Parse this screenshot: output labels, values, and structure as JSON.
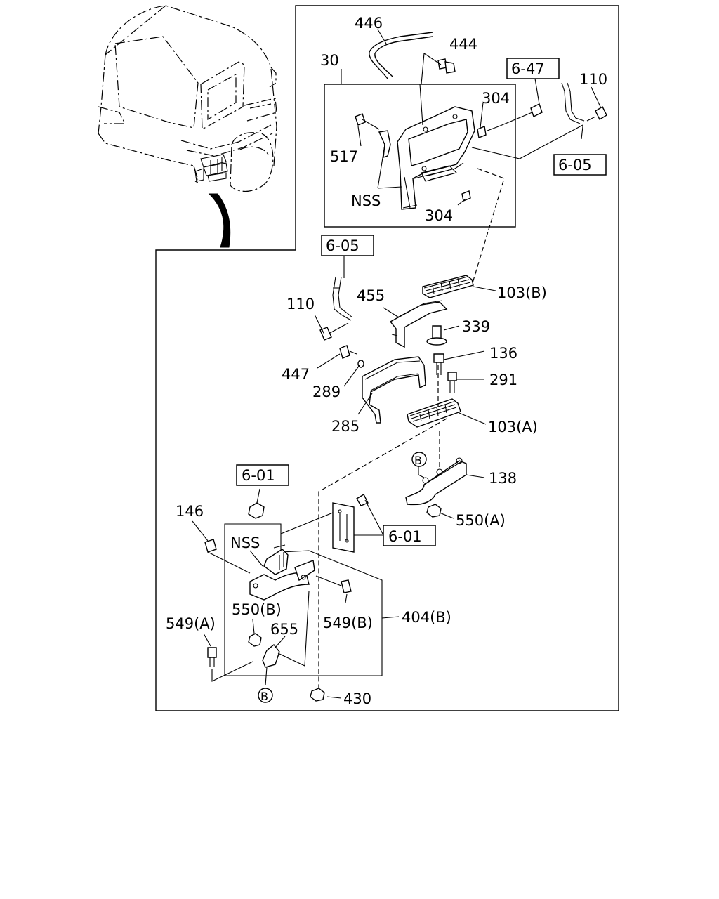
{
  "parts": {
    "p446": "446",
    "p444": "444",
    "p30": "30",
    "p647": "6-47",
    "p110_top": "110",
    "p304_top": "304",
    "p517": "517",
    "nss_top": "NSS",
    "p304_bottom": "304",
    "p605_right": "6-05",
    "p605_left": "6-05",
    "p103b": "103(B)",
    "p455": "455",
    "p110_mid": "110",
    "p339": "339",
    "p136": "136",
    "p447": "447",
    "p291": "291",
    "p289": "289",
    "p285": "285",
    "p103a": "103(A)",
    "p138": "138",
    "p601_top": "6-01",
    "p550a": "550(A)",
    "p146": "146",
    "p601_right": "6-01",
    "nss_bottom": "NSS",
    "p550b": "550(B)",
    "p655": "655",
    "p549b": "549(B)",
    "p404b": "404(B)",
    "p549a": "549(A)",
    "p430": "430",
    "marker_b1": "B",
    "marker_b2": "B"
  }
}
